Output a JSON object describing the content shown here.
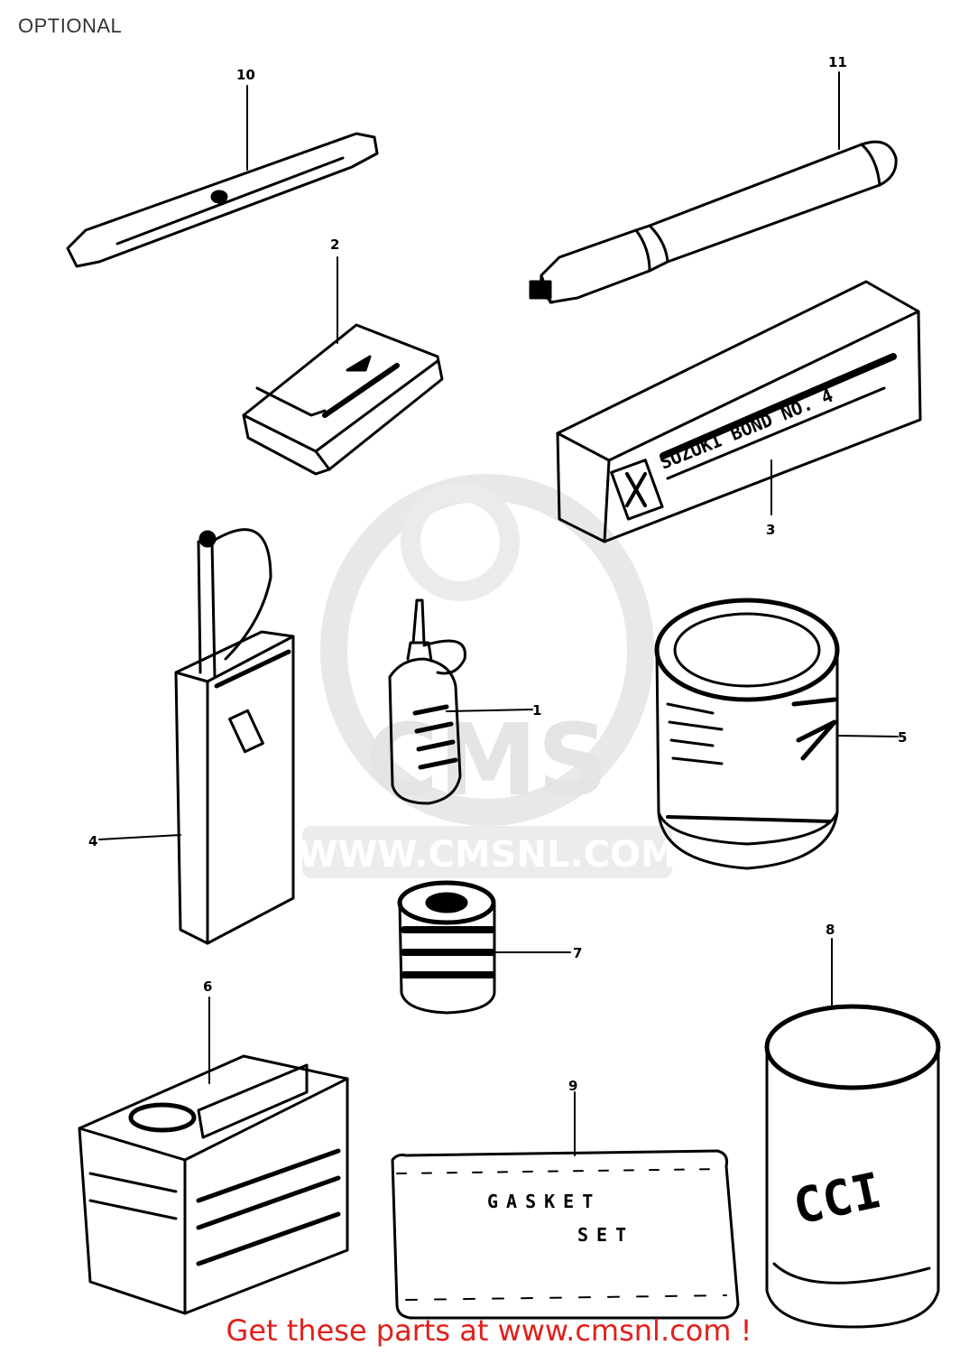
{
  "page_title": "OPTIONAL",
  "footer_text": "Get these parts at www.cmsnl.com !",
  "watermark": {
    "logo_text": "CMS",
    "url_text": "WWW.CMSNL.COM"
  },
  "colors": {
    "line": "#000000",
    "footer": "#e0201b",
    "watermark": "#e6e6e6"
  },
  "callouts": [
    "1",
    "2",
    "3",
    "4",
    "5",
    "6",
    "7",
    "8",
    "9",
    "10",
    "11"
  ],
  "parts": {
    "gasket_set_line1": "GASKET",
    "gasket_set_line2": "SET",
    "bond_box_label": "SUZUKI BOND NO. 4",
    "can_label": "CCI"
  }
}
